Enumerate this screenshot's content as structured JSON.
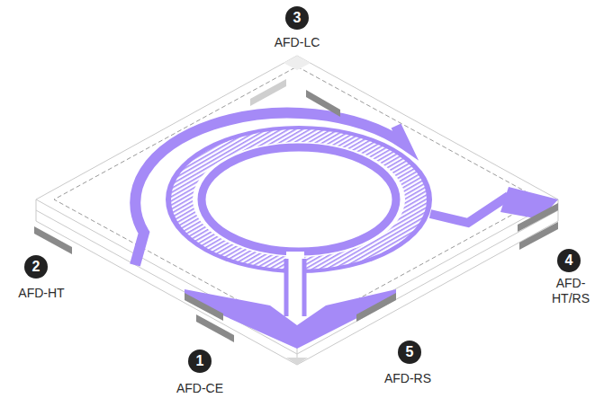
{
  "diagram": {
    "labels": [
      "3",
      "AFD-LC",
      "2",
      "AFD-HT",
      "4",
      "AFD-HT/RS",
      "1",
      "AFD-CE",
      "5",
      "AFD-RS"
    ]
  }
}
